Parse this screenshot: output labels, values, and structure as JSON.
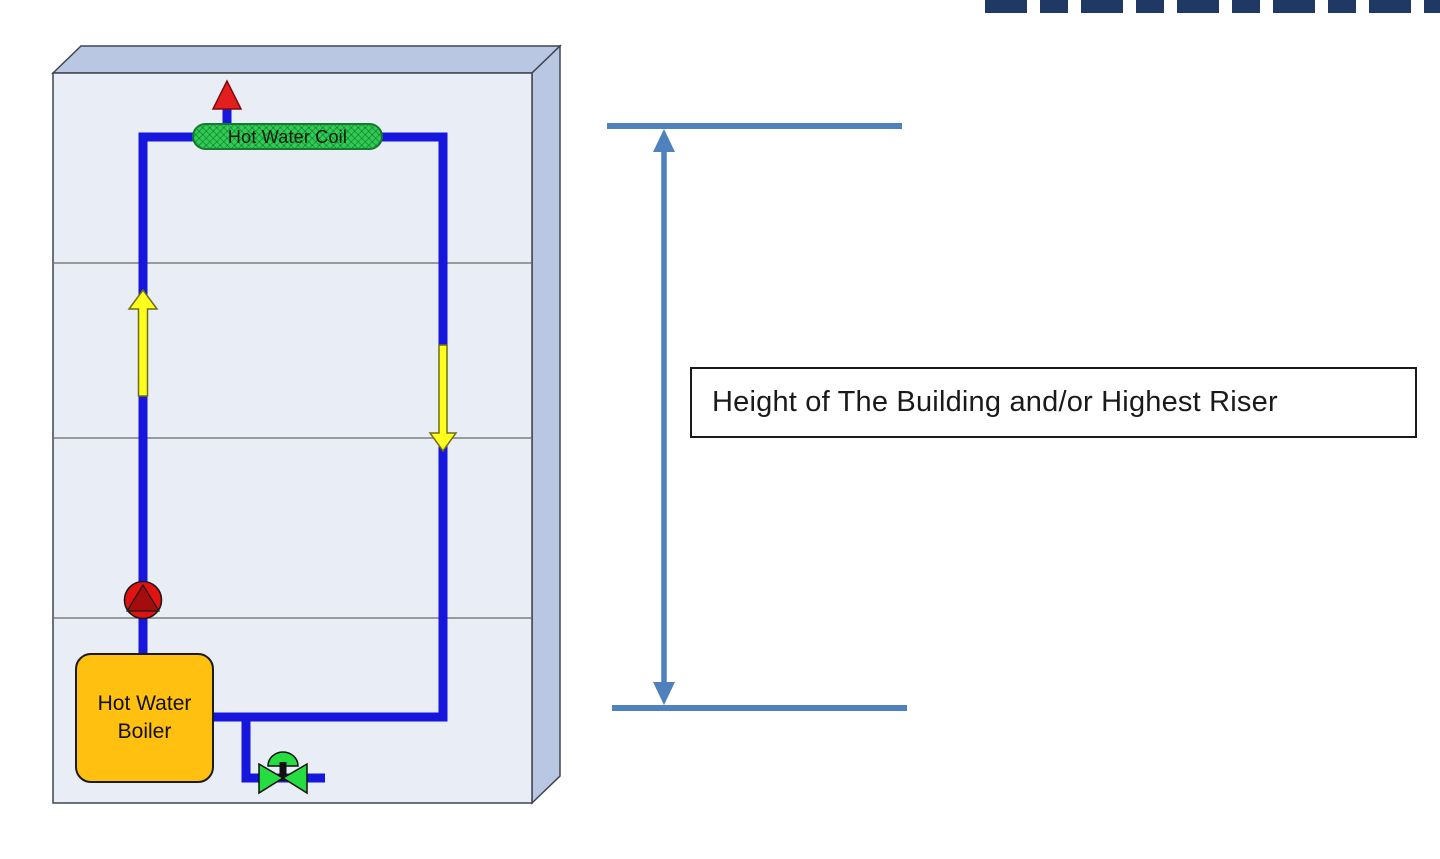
{
  "colors": {
    "pipe": "#1616dc",
    "face": "#e9edf6",
    "side": "#b9c7e2",
    "edge": "#3f4550",
    "floorline": "#6a6a6a",
    "coil": "#2fcb53",
    "coilBorder": "#157a2e",
    "boiler": "#ffc010",
    "pumpRed": "#e01212",
    "pumpDark": "#a50d0d",
    "valve": "#26dd41",
    "yellow": "#ffff1e",
    "yellowEdge": "#6e6e12",
    "dim": "#4f81bd",
    "vent": "#e31e1e",
    "ventEdge": "#7a0c0c",
    "navy": "#1f3864"
  },
  "building": {
    "floor_count": 4
  },
  "coil": {
    "label": "Hot Water Coil"
  },
  "boiler": {
    "label": "Hot Water\nBoiler"
  },
  "dimension": {
    "label": "Height of The Building and/or Highest Riser"
  },
  "icons": {
    "pump": "pump-icon",
    "valve": "valve-icon",
    "vent_arrow": "vent-arrow-icon",
    "flow_up": "flow-arrow-up-icon",
    "flow_down": "flow-arrow-down-icon",
    "dimension_arrow_up": "dimension-arrow-up-icon",
    "dimension_arrow_down": "dimension-arrow-down-icon"
  }
}
